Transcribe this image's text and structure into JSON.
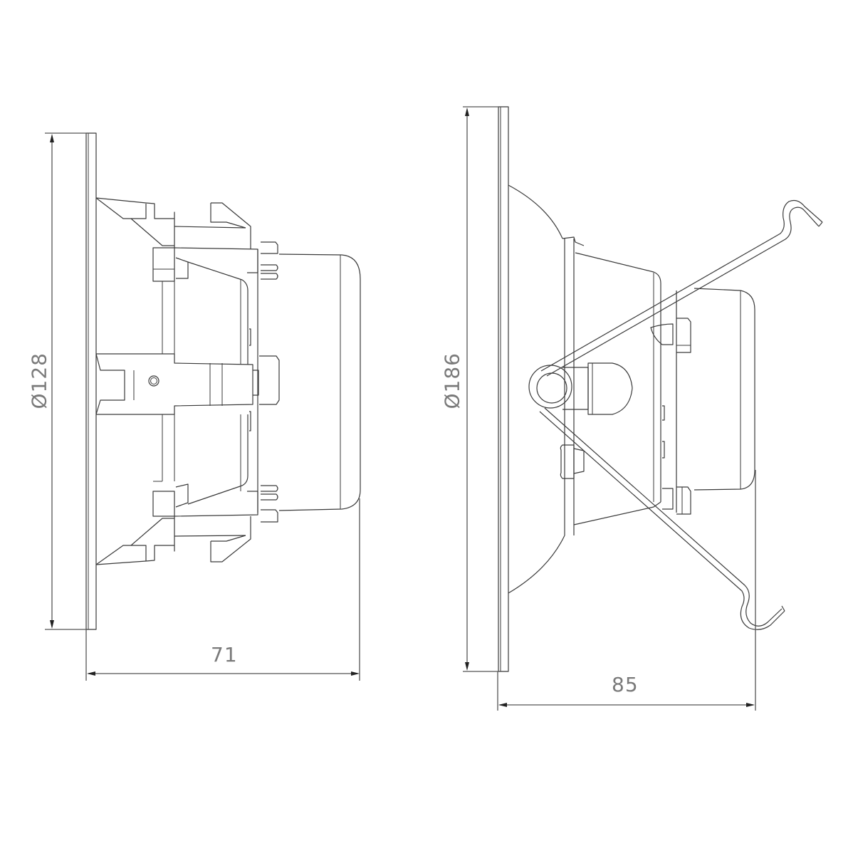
{
  "drawings": [
    {
      "name": "small-luminaire-side-view",
      "diameter_label": "Ø128",
      "depth_label": "71"
    },
    {
      "name": "large-luminaire-side-view",
      "diameter_label": "Ø186",
      "depth_label": "85"
    }
  ],
  "colors": {
    "line": "#3a3a3a",
    "dimension_text": "#7a7a7a"
  }
}
